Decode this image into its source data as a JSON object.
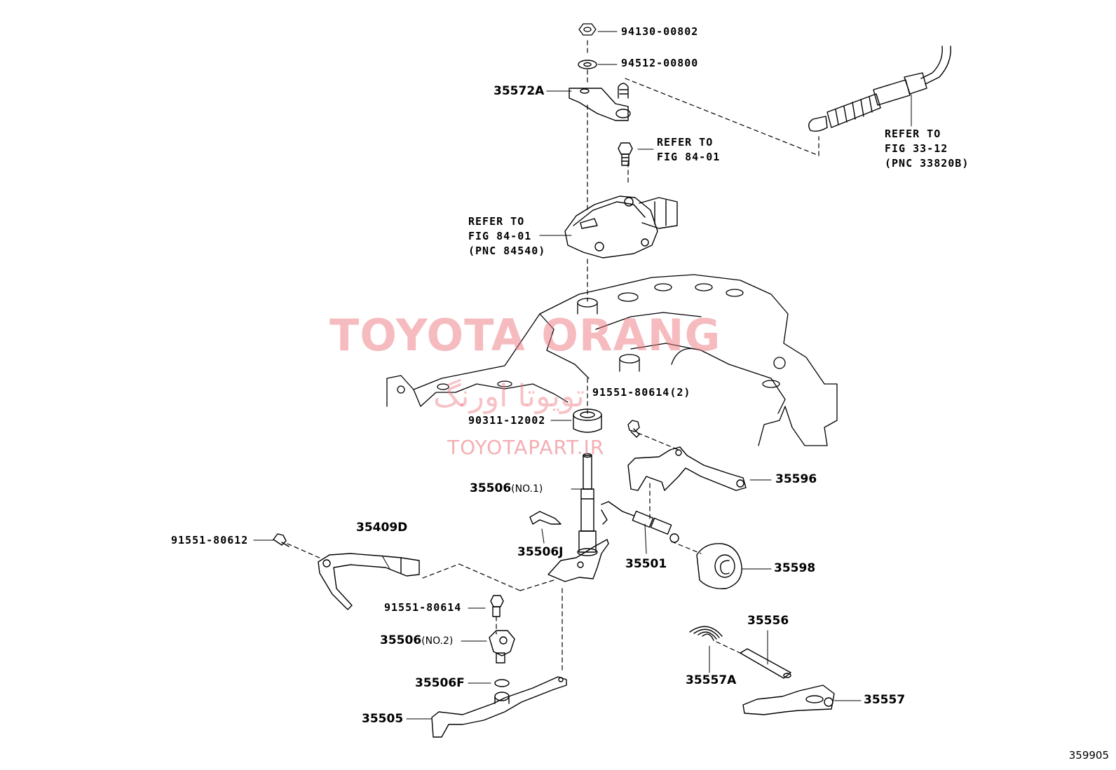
{
  "labels": {
    "p94130": "94130-00802",
    "p94512": "94512-00800",
    "p35572A": "35572A",
    "refer_84_01_top": "REFER TO\nFIG 84-01",
    "refer_33_12": "REFER TO\nFIG 33-12\n(PNC 33820B)",
    "refer_84_01_pnc": "REFER TO\nFIG 84-01\n(PNC 84540)",
    "p91551_80614_2": "91551-80614(2)",
    "p90311": "90311-12002",
    "p35596": "35596",
    "p35506_no1": "35506",
    "p35506_no1_suffix": "(NO.1)",
    "p35409D": "35409D",
    "p91551_80612": "91551-80612",
    "p35506J": "35506J",
    "p35501": "35501",
    "p35598": "35598",
    "p91551_80614": "91551-80614",
    "p35506_no2": "35506",
    "p35506_no2_suffix": "(NO.2)",
    "p35506F": "35506F",
    "p35505": "35505",
    "p35556": "35556",
    "p35557A": "35557A",
    "p35557": "35557"
  },
  "watermark": {
    "brand": "TOYOTA ORANG",
    "brand_fa": "تویوتا اورنگ",
    "site": "TOYOTAPART.IR"
  },
  "figure_code": "359905",
  "colors": {
    "line": "#000000",
    "watermark": "#ec7880"
  }
}
